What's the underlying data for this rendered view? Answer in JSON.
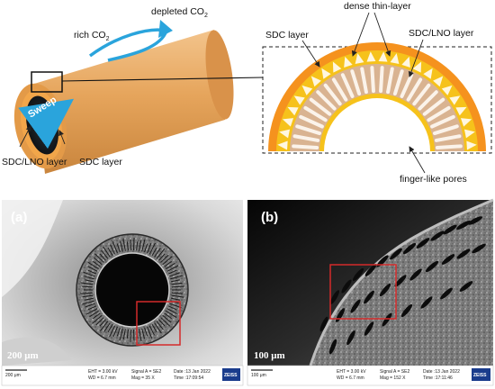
{
  "top": {
    "rich": "rich CO",
    "rich_sub": "2",
    "depleted": "depleted CO",
    "depleted_sub": "2",
    "sweep": "Sweep",
    "sdc_lno_left": "SDC/LNO layer",
    "sdc_left": "SDC layer",
    "sdc_right": "SDC layer",
    "dense": "dense thin-layer",
    "sdc_lno_right": "SDC/LNO layer",
    "finger": "finger-like pores"
  },
  "panels": {
    "a": {
      "label": "(a)",
      "scale": "200 μm",
      "info": {
        "bar": "200 μm",
        "eht": "EHT = 3.00 kV",
        "wd": "WD = 6.7 mm",
        "signal": "Signal A = SE2",
        "mag": "Mag = 35 X",
        "date": "Date :13 Jan 2022",
        "time": "Time :17:09:54",
        "brand": "ZEISS"
      }
    },
    "b": {
      "label": "(b)",
      "scale": "100 μm",
      "info": {
        "bar": "100 μm",
        "eht": "EHT = 3.00 kV",
        "wd": "WD = 6.7 mm",
        "signal": "Signal A = SE2",
        "mag": "Mag = 152 X",
        "date": "Date :13 Jan 2022",
        "time": "Time :17:11:46",
        "brand": "ZEISS"
      }
    }
  },
  "colors": {
    "tube": "#e6a55c",
    "outer_layer": "#f5921e",
    "dense_layer": "#f6c21b",
    "porous_layer": "#d9b391",
    "arrow": "#2aa4dc",
    "highlight_box": "#d42a2a"
  }
}
